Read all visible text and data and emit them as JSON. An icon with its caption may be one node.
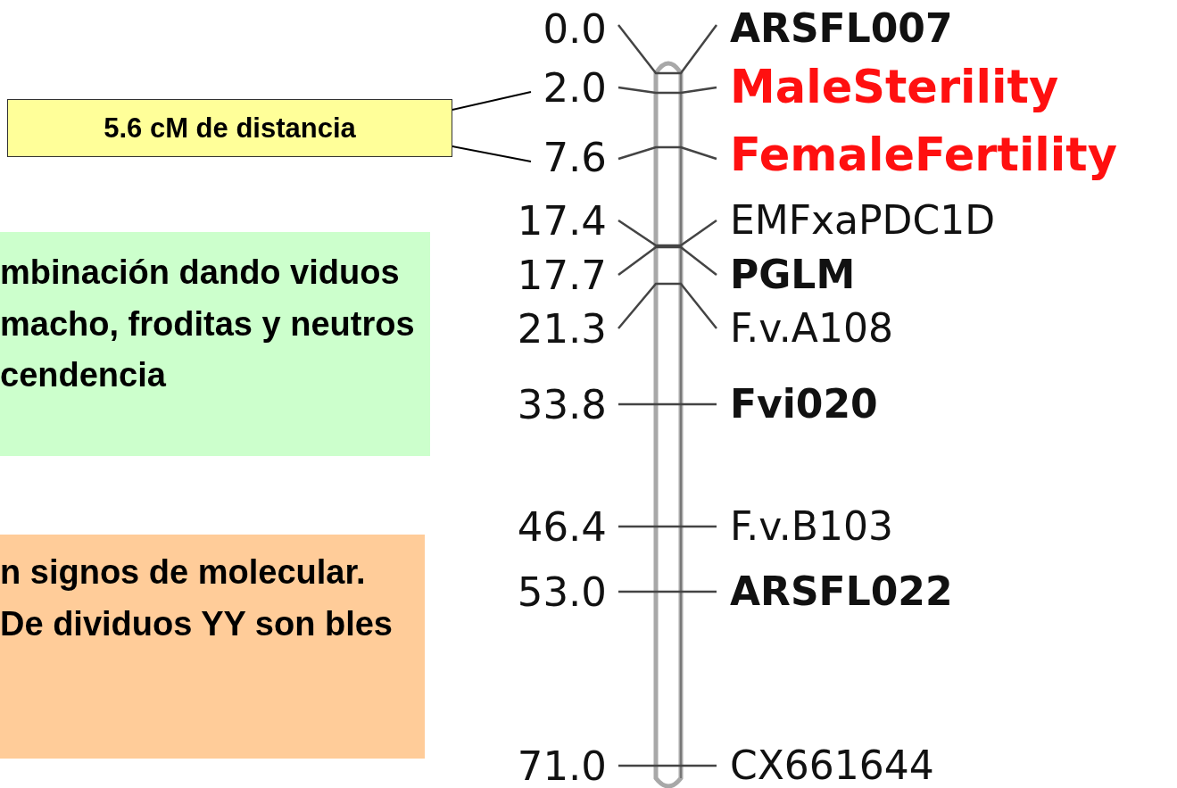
{
  "diagram": {
    "nodes": [
      {
        "text": [
          "5.6 cM de distancia"
        ]
      },
      {
        "text": [
          "2.0"
        ]
      },
      {
        "text": [
          "7.6"
        ]
      },
      {
        "text": [
          "mbinación dando viduos macho, froditas y neutros cendencia"
        ]
      },
      {
        "text": [
          "n signos de molecular. De dividuos YY son bles"
        ]
      }
    ],
    "edges": [
      {
        "from": 0,
        "to": 1,
        "arrow": "none"
      },
      {
        "from": 0,
        "to": 2,
        "arrow": "none"
      }
    ],
    "labels": [
      "0.0",
      "ARSFL007",
      "MaleSterility",
      "FemaleFertility",
      "17.4",
      "EMFxaPDC1D",
      "17.7",
      "PGLM",
      "21.3",
      "F.v.A108",
      "33.8",
      "Fvi020",
      "46.4",
      "F.v.B103",
      "53.0",
      "ARSFL022",
      "71.0",
      "CX661644"
    ]
  }
}
